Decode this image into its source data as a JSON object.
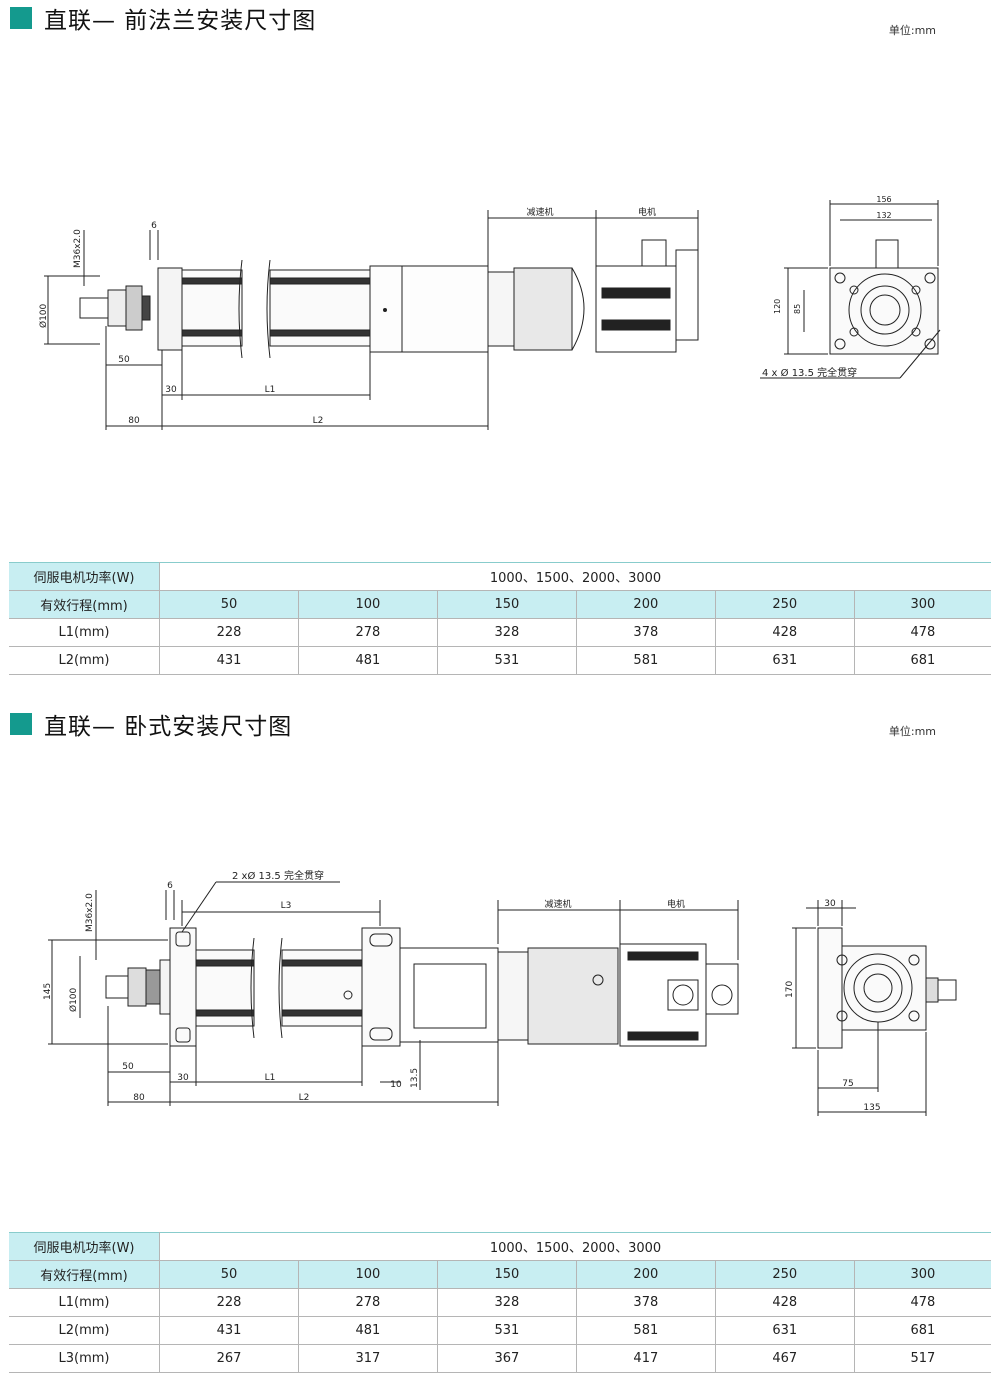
{
  "section1": {
    "title": "直联— 前法兰安装尺寸图",
    "unit": "单位:mm",
    "labels": {
      "thread": "M36x2.0",
      "dia100": "Ø100",
      "d6": "6",
      "d50": "50",
      "d30": "30",
      "d80": "80",
      "L1": "L1",
      "L2": "L2",
      "reducer": "减速机",
      "motor": "电机",
      "w156": "156",
      "w132": "132",
      "h120": "120",
      "h85": "85",
      "holes": "4 x Ø 13.5 完全贯穿"
    },
    "table": {
      "power_label": "伺服电机功率(W)",
      "power_value": "1000、1500、2000、3000",
      "stroke_label": "有效行程(mm)",
      "strokes": [
        "50",
        "100",
        "150",
        "200",
        "250",
        "300"
      ],
      "rows": [
        {
          "label": "L1(mm)",
          "values": [
            "228",
            "278",
            "328",
            "378",
            "428",
            "478"
          ]
        },
        {
          "label": "L2(mm)",
          "values": [
            "431",
            "481",
            "531",
            "581",
            "631",
            "681"
          ]
        }
      ]
    }
  },
  "section2": {
    "title": "直联— 卧式安装尺寸图",
    "unit": "单位:mm",
    "labels": {
      "thread": "M36x2.0",
      "dia100": "Ø100",
      "h145": "145",
      "d6": "6",
      "d50": "50",
      "d30": "30",
      "d80": "80",
      "L1": "L1",
      "L2": "L2",
      "L3": "L3",
      "d10": "10",
      "d135v": "13.5",
      "holes": "2 xØ 13.5 完全贯穿",
      "reducer": "减速机",
      "motor": "电机",
      "w30": "30",
      "h170": "170",
      "w75": "75",
      "w135": "135"
    },
    "table": {
      "power_label": "伺服电机功率(W)",
      "power_value": "1000、1500、2000、3000",
      "stroke_label": "有效行程(mm)",
      "strokes": [
        "50",
        "100",
        "150",
        "200",
        "250",
        "300"
      ],
      "rows": [
        {
          "label": "L1(mm)",
          "values": [
            "228",
            "278",
            "328",
            "378",
            "428",
            "478"
          ]
        },
        {
          "label": "L2(mm)",
          "values": [
            "431",
            "481",
            "531",
            "581",
            "631",
            "681"
          ]
        },
        {
          "label": "L3(mm)",
          "values": [
            "267",
            "317",
            "367",
            "417",
            "467",
            "517"
          ]
        }
      ]
    }
  },
  "colors": {
    "accent": "#149a8e",
    "table_header": "#c8eef2"
  }
}
